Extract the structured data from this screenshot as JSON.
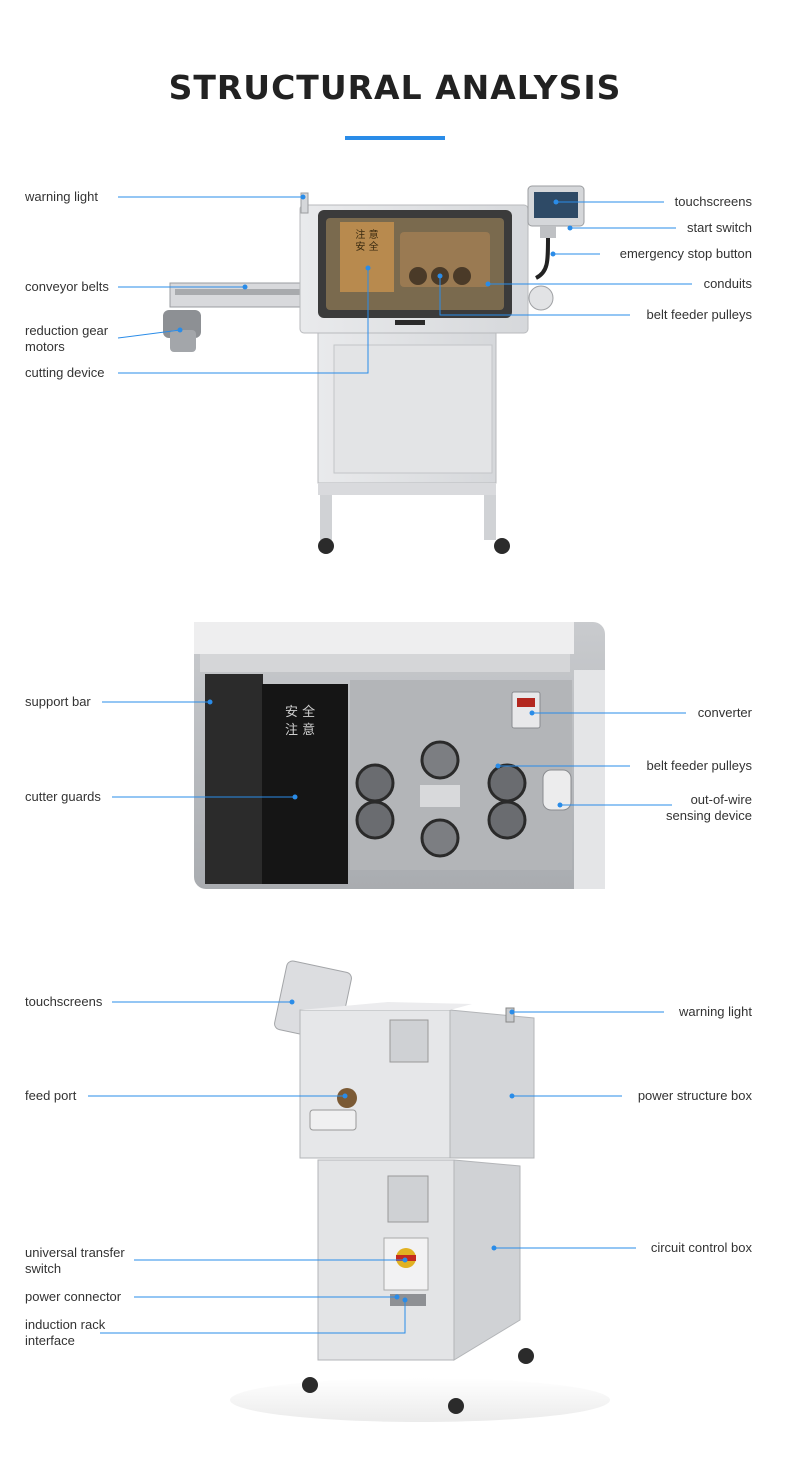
{
  "page": {
    "title": "STRUCTURAL ANALYSIS",
    "accent": "#2a8ce8"
  },
  "section1": {
    "left_labels": [
      "warning light",
      "conveyor belts",
      "reduction gear\nmotors",
      "cutting device"
    ],
    "right_labels": [
      "touchscreens",
      "start switch",
      "emergency stop button",
      "conduits",
      "belt feeder pulleys"
    ],
    "panel_sign": [
      "注 意",
      "安 全"
    ]
  },
  "section2": {
    "left_labels": [
      "support bar",
      "cutter guards"
    ],
    "right_labels": [
      "converter",
      "belt feeder pulleys",
      "out-of-wire\nsensing device"
    ],
    "panel_sign": [
      "安  全",
      "注  意"
    ]
  },
  "section3": {
    "left_labels": [
      "touchscreens",
      "feed port",
      "universal transfer\nswitch",
      "power connector",
      "induction rack\ninterface"
    ],
    "right_labels": [
      "warning light",
      "power structure box",
      "circuit control box"
    ]
  }
}
